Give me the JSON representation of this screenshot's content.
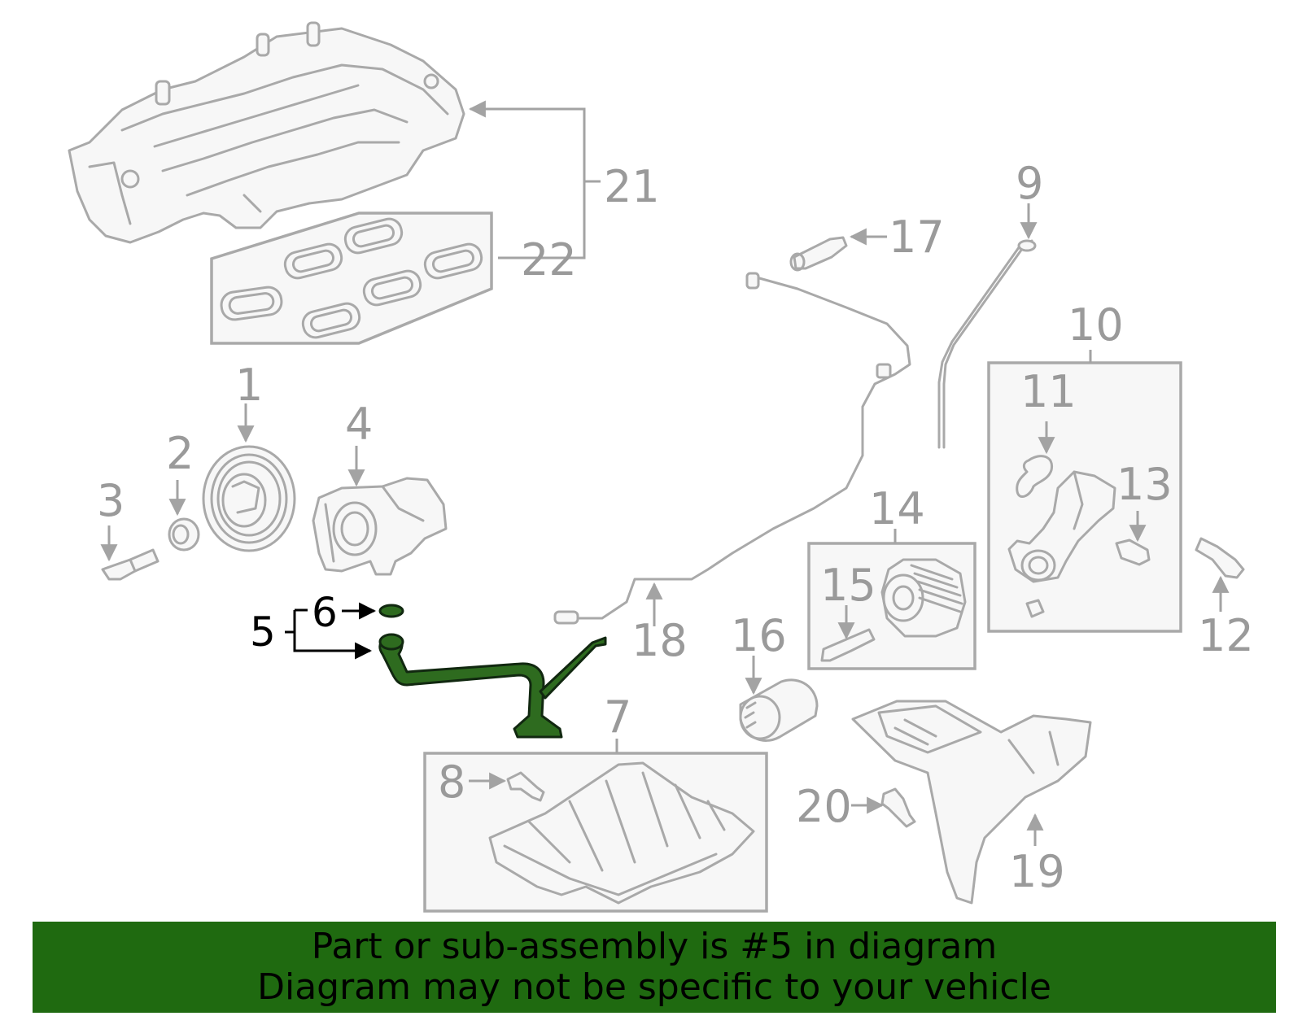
{
  "diagram": {
    "highlighted_part": "5",
    "colors": {
      "highlight": "#2e6b1f",
      "banner": "#1f6a10",
      "part_outline": "#a9a9a9",
      "label": "#9a9a9a"
    },
    "callouts": [
      {
        "id": "c1",
        "text": "1"
      },
      {
        "id": "c2",
        "text": "2"
      },
      {
        "id": "c3",
        "text": "3"
      },
      {
        "id": "c4",
        "text": "4"
      },
      {
        "id": "c5",
        "text": "5"
      },
      {
        "id": "c6",
        "text": "6"
      },
      {
        "id": "c7",
        "text": "7"
      },
      {
        "id": "c8",
        "text": "8"
      },
      {
        "id": "c9",
        "text": "9"
      },
      {
        "id": "c10",
        "text": "10"
      },
      {
        "id": "c11",
        "text": "11"
      },
      {
        "id": "c12",
        "text": "12"
      },
      {
        "id": "c13",
        "text": "13"
      },
      {
        "id": "c14",
        "text": "14"
      },
      {
        "id": "c15",
        "text": "15"
      },
      {
        "id": "c16",
        "text": "16"
      },
      {
        "id": "c17",
        "text": "17"
      },
      {
        "id": "c18",
        "text": "18"
      },
      {
        "id": "c19",
        "text": "19"
      },
      {
        "id": "c20",
        "text": "20"
      },
      {
        "id": "c21",
        "text": "21"
      },
      {
        "id": "c22",
        "text": "22"
      }
    ]
  },
  "banner": {
    "line1": "Part or sub-assembly is #5 in diagram",
    "line2": "Diagram may not be specific to your vehicle"
  }
}
